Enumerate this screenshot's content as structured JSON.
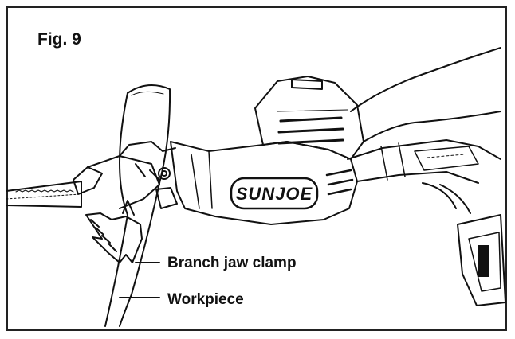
{
  "figure": {
    "label": "Fig. 9",
    "brand": "SUNJOE",
    "callouts": [
      {
        "text": "Branch jaw clamp"
      },
      {
        "text": "Workpiece"
      }
    ]
  }
}
